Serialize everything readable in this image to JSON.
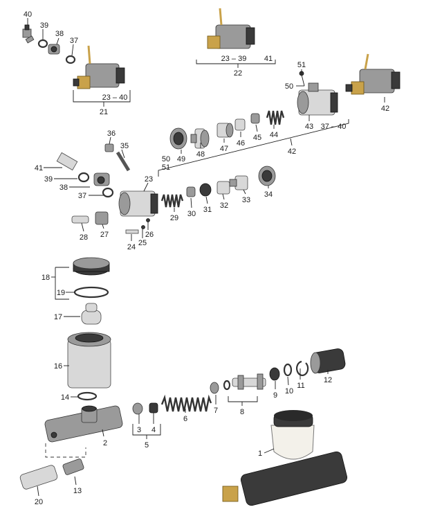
{
  "callouts": [
    {
      "id": "n40a",
      "text": "40"
    },
    {
      "id": "n39a",
      "text": "39"
    },
    {
      "id": "n38a",
      "text": "38"
    },
    {
      "id": "n37a",
      "text": "37"
    },
    {
      "id": "n21range",
      "text": "23 – 40"
    },
    {
      "id": "n21",
      "text": "21"
    },
    {
      "id": "n22range",
      "text": "23 – 39"
    },
    {
      "id": "n41a",
      "text": "41"
    },
    {
      "id": "n22",
      "text": "22"
    },
    {
      "id": "n51a",
      "text": "51"
    },
    {
      "id": "n50a",
      "text": "50"
    },
    {
      "id": "n42a",
      "text": "42"
    },
    {
      "id": "n43",
      "text": "43"
    },
    {
      "id": "n42range",
      "text": "37 – 40"
    },
    {
      "id": "n44",
      "text": "44"
    },
    {
      "id": "n45",
      "text": "45"
    },
    {
      "id": "n46",
      "text": "46"
    },
    {
      "id": "n47",
      "text": "47"
    },
    {
      "id": "n48",
      "text": "48"
    },
    {
      "id": "n49",
      "text": "49"
    },
    {
      "id": "n50b",
      "text": "50"
    },
    {
      "id": "n51b",
      "text": "51"
    },
    {
      "id": "n42b",
      "text": "42"
    },
    {
      "id": "n36",
      "text": "36"
    },
    {
      "id": "n35",
      "text": "35"
    },
    {
      "id": "n41b",
      "text": "41"
    },
    {
      "id": "n39b",
      "text": "39"
    },
    {
      "id": "n38b",
      "text": "38"
    },
    {
      "id": "n37b",
      "text": "37"
    },
    {
      "id": "n23",
      "text": "23"
    },
    {
      "id": "n29",
      "text": "29"
    },
    {
      "id": "n30",
      "text": "30"
    },
    {
      "id": "n31",
      "text": "31"
    },
    {
      "id": "n32",
      "text": "32"
    },
    {
      "id": "n33",
      "text": "33"
    },
    {
      "id": "n34",
      "text": "34"
    },
    {
      "id": "n28",
      "text": "28"
    },
    {
      "id": "n27",
      "text": "27"
    },
    {
      "id": "n24",
      "text": "24"
    },
    {
      "id": "n25",
      "text": "25"
    },
    {
      "id": "n26",
      "text": "26"
    },
    {
      "id": "n18",
      "text": "18"
    },
    {
      "id": "n19",
      "text": "19"
    },
    {
      "id": "n17",
      "text": "17"
    },
    {
      "id": "n16",
      "text": "16"
    },
    {
      "id": "n14",
      "text": "14"
    },
    {
      "id": "n3",
      "text": "3"
    },
    {
      "id": "n4",
      "text": "4"
    },
    {
      "id": "n5",
      "text": "5"
    },
    {
      "id": "n6",
      "text": "6"
    },
    {
      "id": "n7",
      "text": "7"
    },
    {
      "id": "n8",
      "text": "8"
    },
    {
      "id": "n9",
      "text": "9"
    },
    {
      "id": "n10",
      "text": "10"
    },
    {
      "id": "n11",
      "text": "11"
    },
    {
      "id": "n12",
      "text": "12"
    },
    {
      "id": "n2",
      "text": "2"
    },
    {
      "id": "n1",
      "text": "1"
    },
    {
      "id": "n13",
      "text": "13"
    },
    {
      "id": "n20",
      "text": "20"
    }
  ]
}
